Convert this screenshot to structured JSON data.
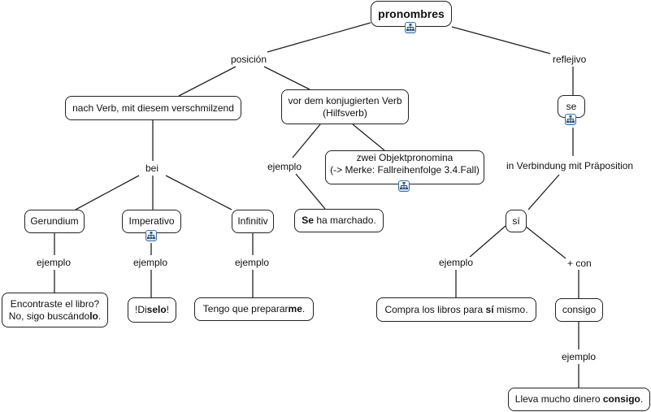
{
  "nodes": {
    "root": "pronombres",
    "nach_verb": "nach Verb, mit diesem verschmilzend",
    "vor_verb_1": "vor dem konjugierten Verb",
    "vor_verb_2": "(Hilfsverb)",
    "zwei_obj_1": "zwei Objektpronomina",
    "zwei_obj_2": "(-> Merke: Fallreihenfolge 3.4.Fall)",
    "se": "se",
    "gerundium": "Gerundium",
    "imperativo": "Imperativo",
    "infinitiv": "Infinitiv",
    "se_ha_bold": "Se",
    "se_ha_rest": " ha marchado.",
    "si": "sí",
    "ex_gerundium_1": "Encontraste el libro?",
    "ex_gerundium_2a": "No, sigo buscándo",
    "ex_gerundium_2b": "lo",
    "ex_gerundium_2c": ".",
    "ex_imperativo_a": "!Di",
    "ex_imperativo_b": "selo",
    "ex_imperativo_c": "!",
    "ex_infinitiv_a": "Tengo que preparar",
    "ex_infinitiv_b": "me",
    "ex_infinitiv_c": ".",
    "ex_si_a": "Compra los libros para ",
    "ex_si_b": "sí",
    "ex_si_c": " mismo.",
    "consigo": "consigo",
    "ex_consigo_a": "Lleva mucho dinero ",
    "ex_consigo_b": "consigo",
    "ex_consigo_c": "."
  },
  "labels": {
    "posicion": "posición",
    "reflejivo": "reflejivo",
    "bei": "bei",
    "ejemplo_vor": "ejemplo",
    "en_verbindung": "in Verbindung mit Präposition",
    "ejemplo_gerundium": "ejemplo",
    "ejemplo_imperativo": "ejemplo",
    "ejemplo_infinitiv": "ejemplo",
    "ejemplo_si": "ejemplo",
    "mas_con": "+ con",
    "ejemplo_consigo": "ejemplo"
  },
  "icons": {
    "submap_icon": "hierarchy-icon"
  },
  "colors": {
    "line": "#222222",
    "icon_border": "#3b6ea8"
  }
}
